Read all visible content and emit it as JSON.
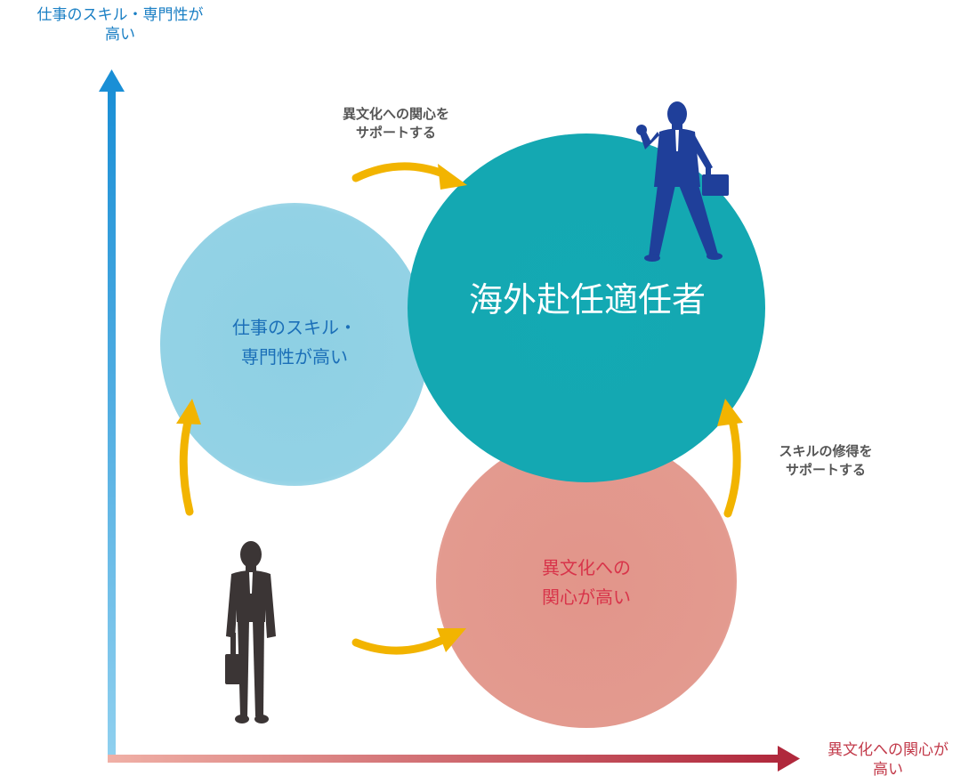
{
  "axes": {
    "y_label_line1": "仕事のスキル・専門性が",
    "y_label_line2": "高い",
    "x_label_line1": "異文化への関心が",
    "x_label_line2": "高い"
  },
  "circles": {
    "skill_line1": "仕事のスキル・",
    "skill_line2": "専門性が高い",
    "culture_line1": "異文化への",
    "culture_line2": "関心が高い",
    "target": "海外赴任適任者"
  },
  "notes": {
    "top_line1": "異文化への関心を",
    "top_line2": "サポートする",
    "right_line1": "スキルの修得を",
    "right_line2": "サポートする"
  },
  "colors": {
    "y_axis": "#1a8fd6",
    "x_axis": "#b0283c",
    "arrow": "#f2b400",
    "skill_circle": "#93d2e5",
    "culture_circle": "#e39a8f",
    "target_circle": "#14a8b2",
    "person_start": "#3b3535",
    "person_goal": "#1f3f9a"
  },
  "icons": [
    "person-businessman-icon",
    "person-success-icon"
  ]
}
